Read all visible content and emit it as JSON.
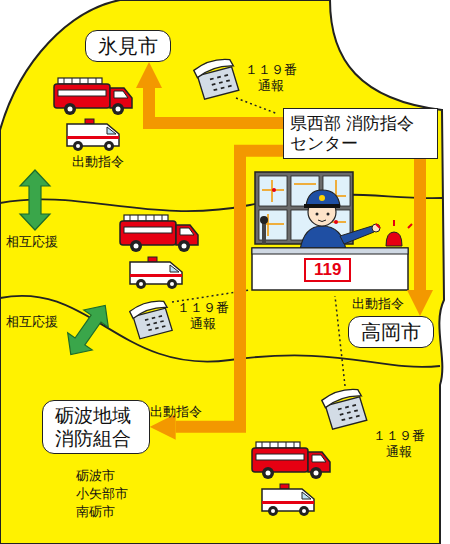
{
  "diagram": {
    "nodes": [
      {
        "text": [
          "氷見市"
        ]
      },
      {
        "text": [
          "県西部 消防指令センター"
        ]
      },
      {
        "text": [
          "高岡市"
        ]
      },
      {
        "text": [
          "砺波地域 消防組合"
        ]
      }
    ],
    "edges": [
      {
        "from": 1,
        "to": 0,
        "arrow": "to",
        "label": "出動指令"
      },
      {
        "from": 1,
        "to": 2,
        "arrow": "to",
        "label": "出動指令"
      },
      {
        "from": 1,
        "to": 3,
        "arrow": "to",
        "label": "出動指令"
      }
    ],
    "labels": [
      "１１９番 通報",
      "１１９番 通報",
      "１１９番 通報",
      "相互応援",
      "相互応援",
      "119",
      "砺波市",
      "小矢部市",
      "南砺市"
    ]
  }
}
